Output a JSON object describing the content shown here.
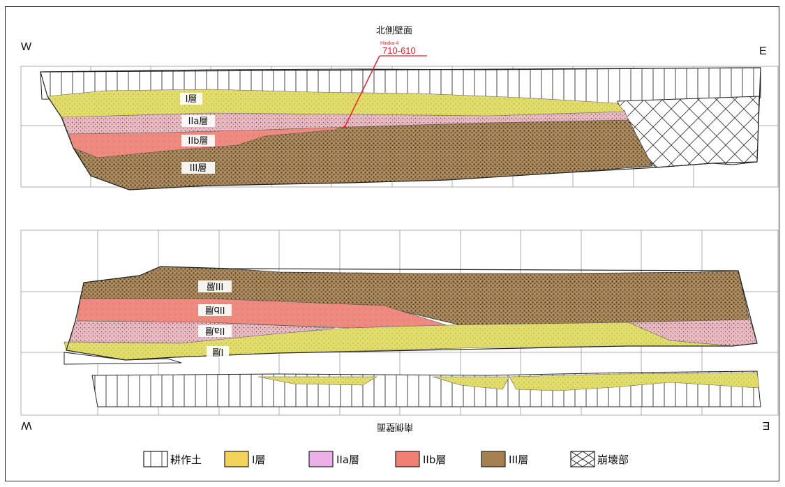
{
  "north_wall": {
    "title": "北側壁面",
    "dir_left": "W",
    "dir_right": "E",
    "sample_id": "Hiraka-4",
    "sample_code": "710-610",
    "layers": {
      "l1": "I層",
      "l2a": "IIa層",
      "l2b": "IIb層",
      "l3": "III層"
    }
  },
  "south_wall": {
    "title": "南側壁面",
    "dir_left": "W",
    "dir_right": "E",
    "layers": {
      "l3": "III層",
      "l2b": "IIb層",
      "l2a": "IIa層",
      "l1": "I層"
    }
  },
  "legend": {
    "items": [
      {
        "label": "耕作土",
        "color": "#ffffff",
        "pattern": "vertical-lines"
      },
      {
        "label": "I層",
        "color": "#f2d45a",
        "pattern": "solid"
      },
      {
        "label": "IIa層",
        "color": "#ecb0e8",
        "pattern": "solid"
      },
      {
        "label": "IIb層",
        "color": "#ef7f73",
        "pattern": "solid"
      },
      {
        "label": "III層",
        "color": "#a6804e",
        "pattern": "solid"
      },
      {
        "label": "崩壊部",
        "color": "#ffffff",
        "pattern": "crosshatch"
      }
    ]
  },
  "colors": {
    "layer_1": "#e4e06a",
    "layer_2a": "#e8b8c0",
    "layer_2b": "#ee8a7c",
    "layer_3": "#a8875a",
    "marker": "#e8202a"
  }
}
